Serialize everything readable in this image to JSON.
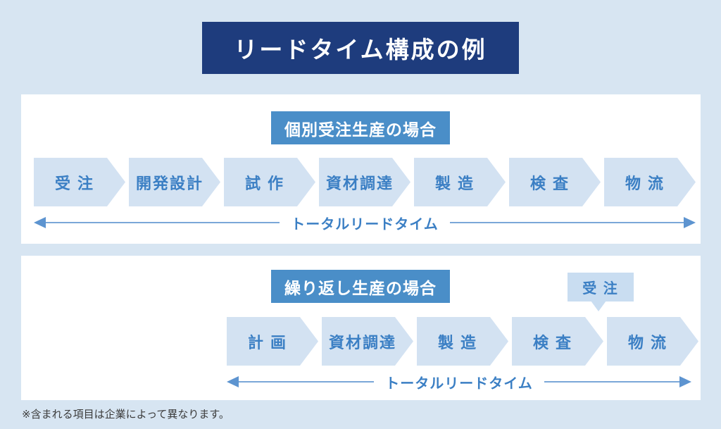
{
  "title": "リードタイム構成の例",
  "colors": {
    "page_background": "#d7e5f2",
    "title_background": "#1e3c7d",
    "badge_background": "#4a8ec8",
    "chevron_background": "#d3e2f2",
    "step_text": "#3b7fc4",
    "timeline_line": "#7aa7d8",
    "timeline_arrowhead": "#5d94d0",
    "callout_background": "#c9ddf1"
  },
  "sections": [
    {
      "heading": "個別受注生産の場合",
      "steps": [
        "受 注",
        "開発設計",
        "試 作",
        "資材調達",
        "製 造",
        "検 査",
        "物 流"
      ],
      "total_label": "トータルリードタイム"
    },
    {
      "heading": "繰り返し生産の場合",
      "steps": [
        "計 画",
        "資材調達",
        "製 造",
        "検 査",
        "物 流"
      ],
      "callout": "受 注",
      "total_label": "トータルリードタイム"
    }
  ],
  "footnote": "※含まれる項目は企業によって異なります。"
}
